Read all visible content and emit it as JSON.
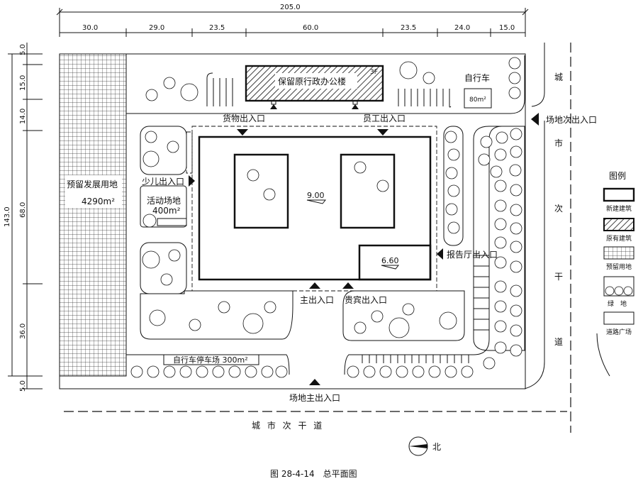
{
  "dimensions": {
    "total_width": "205.0",
    "top_segments": [
      "30.0",
      "29.0",
      "23.5",
      "60.0",
      "23.5",
      "24.0",
      "15.0"
    ],
    "total_height": "143.0",
    "left_segments": [
      "5.0",
      "15.0",
      "14.0",
      "68.0",
      "36.0",
      "5.0"
    ]
  },
  "buildings": {
    "office": "保留原行政办公楼",
    "office_floors": "3F",
    "main_elevation": "9.00",
    "hall_elevation": "6.60"
  },
  "areas": {
    "bike_north": "自行车",
    "bike_north_area": "80m²",
    "reserve": "预留发展用地",
    "reserve_area": "4290m²",
    "activity": "活动场地",
    "activity_area": "400m²",
    "bike_south": "自行车停车场 300m²"
  },
  "entrances": {
    "goods": "货物出入口",
    "staff": "员工出入口",
    "children": "少儿出入口",
    "hall": "报告厅出入口",
    "main": "主出入口",
    "vip": "贵宾出入口",
    "site_main": "场地主出入口",
    "site_secondary": "场地次出入口"
  },
  "roads": {
    "south_road": "城 市 次 干 道",
    "east_road_chars": [
      "城",
      "市",
      "次",
      "干",
      "道"
    ]
  },
  "legend": {
    "title": "图例",
    "items": [
      "新建建筑",
      "原有建筑",
      "预留用地",
      "绿　地",
      "道路广场"
    ]
  },
  "north_label": "北",
  "caption": "图 28-4-14　总平面图",
  "colors": {
    "line": "#111111",
    "background": "#ffffff"
  }
}
